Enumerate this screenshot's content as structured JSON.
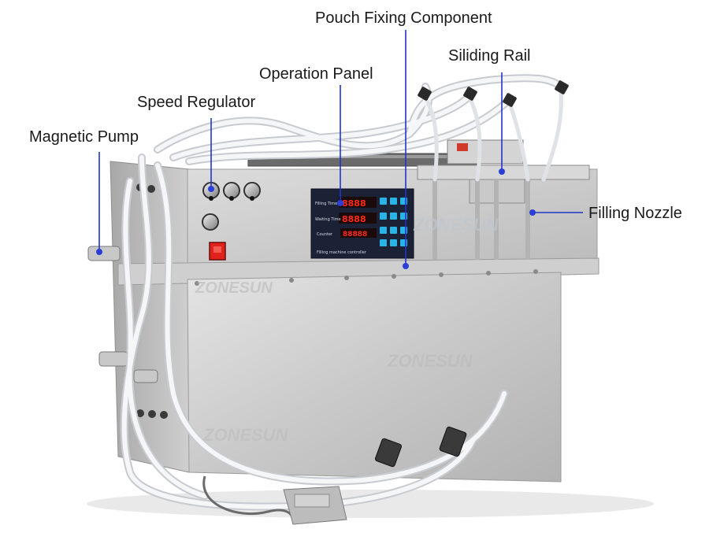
{
  "callouts": {
    "pouch_fixing": "Pouch Fixing Component",
    "sliding_rail": "Siliding Rail",
    "operation_panel": "Operation Panel",
    "speed_regulator": "Speed Regulator",
    "magnetic_pump": "Magnetic Pump",
    "filling_nozzle": "Filling Nozzle"
  },
  "panel": {
    "row1_label": "Filling Time",
    "row1_value": "8888",
    "row2_label": "Waiting Time",
    "row2_value": "8888",
    "row3_label": "Counter",
    "row3_value": "88888",
    "footer": "Filling machine controller"
  },
  "watermark": "ZONESUN",
  "colors": {
    "callout_line": "#1f35c8",
    "callout_dot": "#2a3fd6",
    "steel_light": "#d9d9d9",
    "steel_mid": "#bdbdbd",
    "steel_dark": "#9a9a9a",
    "panel_bg": "#1b2236",
    "panel_button": "#28b4e6",
    "display_red": "#ff2a1a",
    "switch_red": "#e0211c",
    "tube": "#f2f4f6"
  }
}
